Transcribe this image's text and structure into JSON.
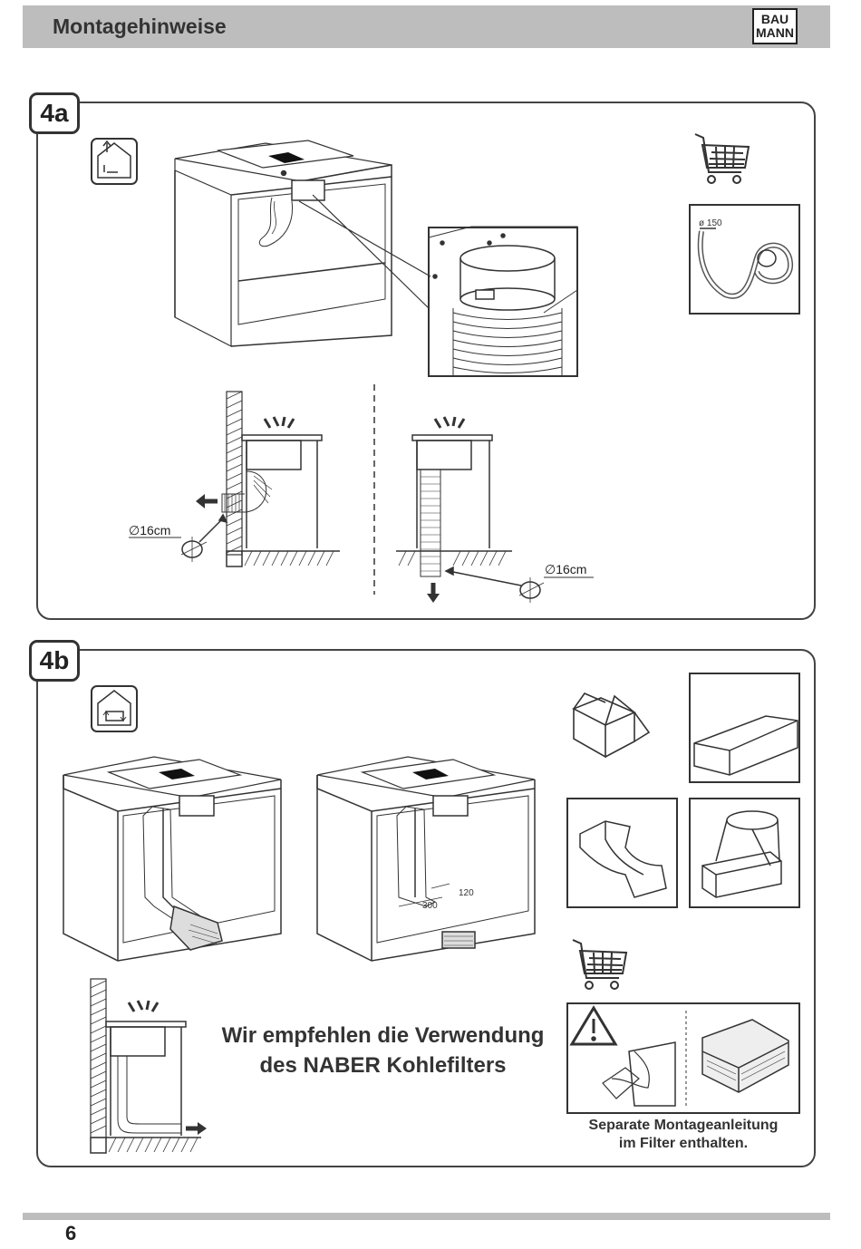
{
  "header": {
    "title": "Montagehinweise"
  },
  "logo": {
    "line1": "BAU",
    "line2": "MANN"
  },
  "section_4a": {
    "label": "4a",
    "hose_diameter": "ø 150",
    "wall_opening_left": "∅16cm",
    "wall_opening_right": "∅16cm"
  },
  "section_4b": {
    "label": "4b",
    "dim_300": "300",
    "dim_120": "120",
    "recommendation_line1": "Wir empfehlen die Verwendung",
    "recommendation_line2": "des NABER Kohlefilters",
    "separate_note_line1": "Separate Montageanleitung",
    "separate_note_line2": "im Filter enthalten."
  },
  "footer": {
    "page_number": "6"
  },
  "icons": [
    "house-exhaust-icon",
    "house-recirculation-icon",
    "shopping-cart-icon",
    "warning-icon",
    "box-icon"
  ]
}
